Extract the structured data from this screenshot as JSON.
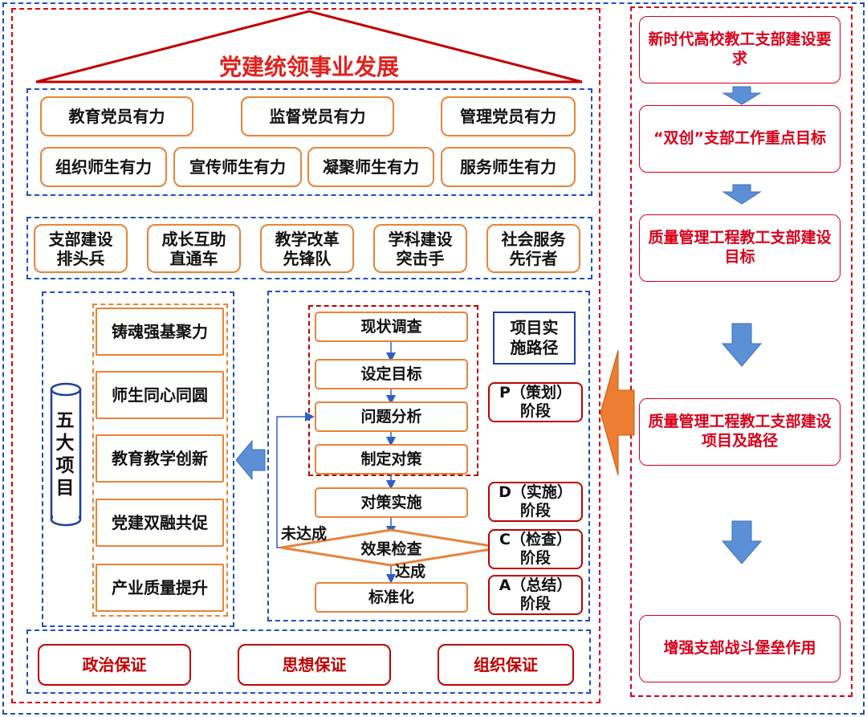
{
  "roof": {
    "title": "党建统领事业发展",
    "color": "#e0211c"
  },
  "empower": {
    "row1": [
      "教育党员有力",
      "监督党员有力",
      "管理党员有力"
    ],
    "row2": [
      "组织师生有力",
      "宣传师生有力",
      "凝聚师生有力",
      "服务师生有力"
    ]
  },
  "brands": [
    "支部建设\n排头兵",
    "成长互助\n直通车",
    "教学改革\n先锋队",
    "学科建设\n突击手",
    "社会服务\n先行者"
  ],
  "five_projects": {
    "label": "五大项目",
    "items": [
      "铸魂强基聚力",
      "师生同心同圆",
      "教育教学创新",
      "党建双融共促",
      "产业质量提升"
    ]
  },
  "pdca": {
    "path_label": "项目实\n施路径",
    "steps": [
      "现状调查",
      "设定目标",
      "问题分析",
      "制定对策",
      "对策实施"
    ],
    "check": "效果检查",
    "final": "标准化",
    "not_met": "未达成",
    "met": "达成",
    "phases": [
      "P（策划）\n阶段",
      "D（实施）\n阶段",
      "C（检查）\n阶段",
      "A（总结）\n阶段"
    ]
  },
  "guarantees": [
    "政治保证",
    "思想保证",
    "组织保证"
  ],
  "side_flow": [
    "新时代高校教工支部建设要求",
    "“双创”支部工作重点目标",
    "质量管理工程教工支部建设目标",
    "质量管理工程教工支部建设项目及路径",
    "增强支部战斗堡垒作用"
  ],
  "icons": [
    "down-arrow-icon",
    "left-arrow-icon",
    "cylinder-icon"
  ],
  "colors": {
    "orange_border": "#e8833a",
    "red": "#c00000",
    "blue_arrow": "#5b8fd6",
    "dash_blue": "#1f4fbf",
    "dash_red": "#d9001b"
  }
}
